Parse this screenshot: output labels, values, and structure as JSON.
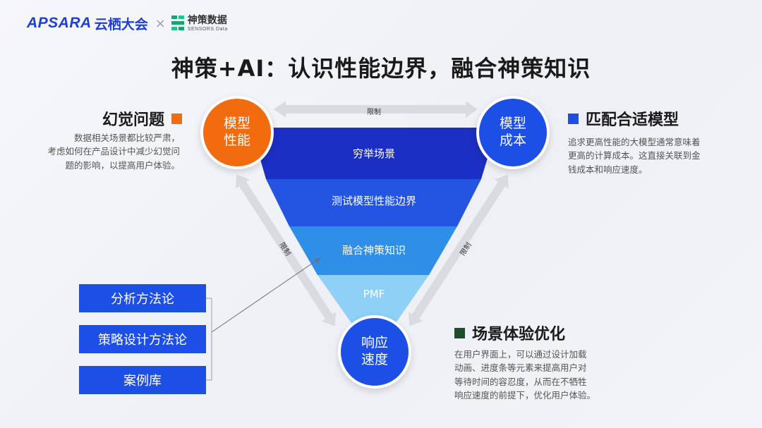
{
  "header": {
    "apsara": "APSARA",
    "yunqi": "云栖大会",
    "cross": "×",
    "sensors_cn": "神策数据",
    "sensors_en": "SENSORS Data"
  },
  "title": "神策+AI：认识性能边界，融合神策知识",
  "circles": {
    "model_performance": "模型\n性能",
    "model_cost": "模型\n成本",
    "response_speed": "响应\n速度"
  },
  "funnel": [
    "穷举场景",
    "测试模型性能边界",
    "融合神策知识",
    "PMF"
  ],
  "limit_label": "限制",
  "left_section": {
    "title": "幻觉问题",
    "desc": [
      "数据相关场景都比较严肃，",
      "考虑如何在产品设计中减少幻觉问",
      "题的影响，以提高用户体验。"
    ]
  },
  "right_top_section": {
    "title": "匹配合适模型",
    "desc": [
      "追求更高性能的大模型通常意味着",
      "更高的计算成本。这直接关联到金",
      "钱成本和响应速度。"
    ]
  },
  "right_bottom_section": {
    "title": "场景体验优化",
    "desc": [
      "在用户界面上，可以通过设计加载",
      "动画、进度条等元素来提高用户对",
      "等待时间的容忍度，从而在不牺牲",
      "响应速度的前提下，优化用户体验。"
    ]
  },
  "methods": [
    "分析方法论",
    "策略设计方法论",
    "案例库"
  ],
  "colors": {
    "orange": "#f26b0f",
    "blue": "#1c4fe6",
    "dark_green": "#1f4d2a",
    "funnel": [
      "#1c2fc4",
      "#2454e2",
      "#2e8ee8",
      "#8fd0f7"
    ]
  }
}
